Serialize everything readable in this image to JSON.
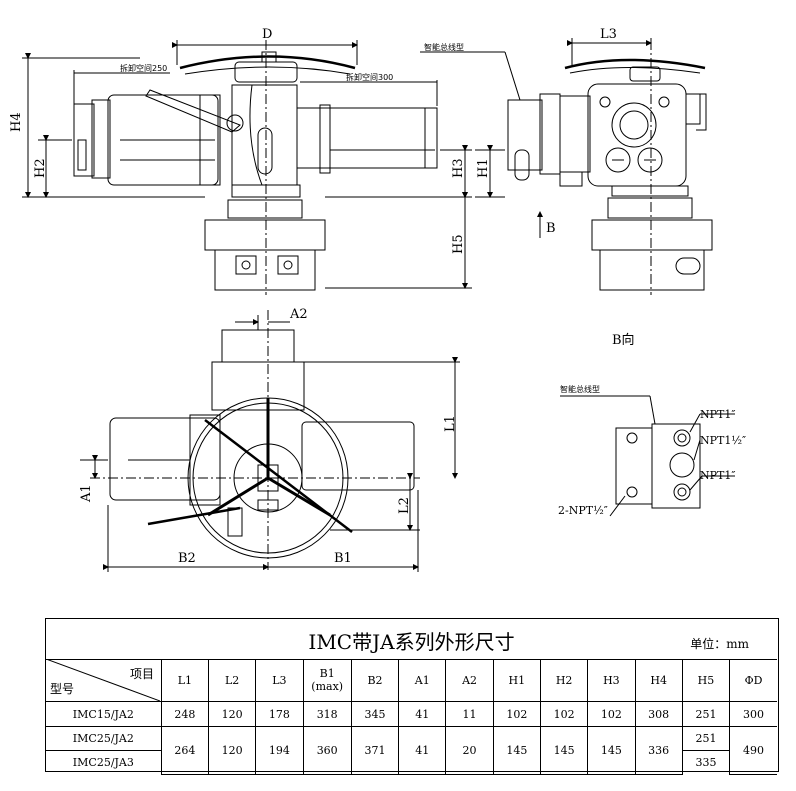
{
  "dims": {
    "D": "D",
    "L3": "L3",
    "H4": "H4",
    "H2": "H2",
    "H3": "H3",
    "H1": "H1",
    "H5": "H5",
    "B": "B",
    "A2": "A2",
    "A1": "A1",
    "L1": "L1",
    "L2": "L2",
    "B1": "B1",
    "B2": "B2",
    "removal_250": "拆卸空间250",
    "removal_300": "拆卸空间300",
    "bus_type_top": "智能总线型",
    "bus_type_detail": "智能总线型",
    "view_b": "B向",
    "npt_1a": "NPT1″",
    "npt_1half": "NPT1½″",
    "npt_1b": "NPT1″",
    "npt_2half": "2-NPT½″"
  },
  "table": {
    "title": "IMC带JA系列外形尺寸",
    "unit": "单位：mm",
    "corner_top": "项目",
    "corner_bottom": "型号",
    "headers": [
      "L1",
      "L2",
      "L3",
      "B1",
      "(max)",
      "B2",
      "A1",
      "A2",
      "H1",
      "H2",
      "H3",
      "H4",
      "H5",
      "ΦD"
    ],
    "row1": {
      "model": "IMC15/JA2",
      "L1": "248",
      "L2": "120",
      "L3": "178",
      "B1": "318",
      "B2": "345",
      "A1": "41",
      "A2": "11",
      "H1": "102",
      "H2": "102",
      "H3": "102",
      "H4": "308",
      "H5": "251",
      "D": "300"
    },
    "row2": {
      "model": "IMC25/JA2",
      "H5": "251"
    },
    "row3": {
      "model": "IMC25/JA3",
      "H5": "335"
    },
    "shared": {
      "L1": "264",
      "L2": "120",
      "L3": "194",
      "B1": "360",
      "B2": "371",
      "A1": "41",
      "A2": "20",
      "H1": "145",
      "H2": "145",
      "H3": "145",
      "H4": "336",
      "D": "490"
    }
  }
}
